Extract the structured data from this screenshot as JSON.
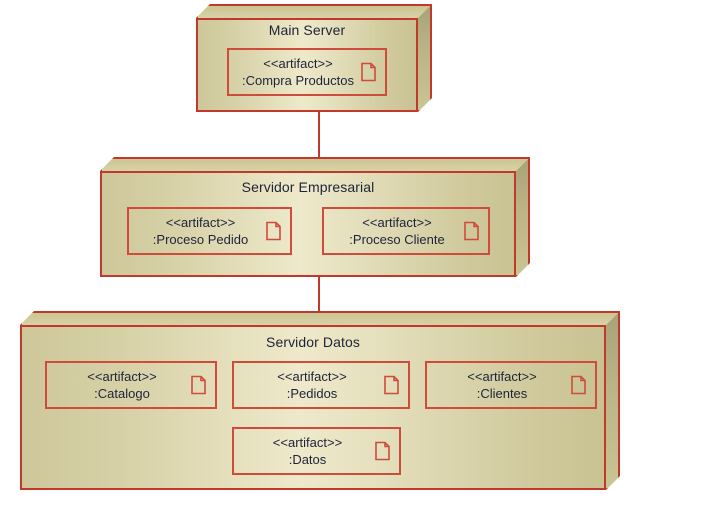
{
  "diagram": {
    "type": "uml-deployment-diagram",
    "background": "#ffffff",
    "colors": {
      "node_border": "#c0392b",
      "artifact_border": "#cf4b3c",
      "node_fill_light": "#eee9ca",
      "node_fill_dark": "#c9c393",
      "node_side_face": "#b9b386",
      "text": "#1d2338",
      "connector": "#c0392b"
    },
    "nodes": [
      {
        "id": "main-server",
        "title": "Main Server",
        "artifacts": [
          {
            "stereotype": "<<artifact>>",
            "name": ":Compra Productos",
            "icon": "document-icon"
          }
        ]
      },
      {
        "id": "servidor-empresarial",
        "title": "Servidor Empresarial",
        "artifacts": [
          {
            "stereotype": "<<artifact>>",
            "name": ":Proceso Pedido",
            "icon": "document-icon"
          },
          {
            "stereotype": "<<artifact>>",
            "name": ":Proceso Cliente",
            "icon": "document-icon"
          }
        ]
      },
      {
        "id": "servidor-datos",
        "title": "Servidor Datos",
        "artifacts": [
          {
            "stereotype": "<<artifact>>",
            "name": ":Catalogo",
            "icon": "document-icon"
          },
          {
            "stereotype": "<<artifact>>",
            "name": ":Pedidos",
            "icon": "document-icon"
          },
          {
            "stereotype": "<<artifact>>",
            "name": ":Clientes",
            "icon": "document-icon"
          },
          {
            "stereotype": "<<artifact>>",
            "name": ":Datos",
            "icon": "document-icon"
          }
        ]
      }
    ],
    "connectors": [
      {
        "id": "main-to-empresarial",
        "from": "main-server",
        "to": "servidor-empresarial",
        "arrow": "filled-arrowhead"
      },
      {
        "id": "empresarial-to-datos",
        "from": "servidor-empresarial",
        "to": "servidor-datos",
        "arrow": "filled-arrowhead"
      }
    ]
  }
}
